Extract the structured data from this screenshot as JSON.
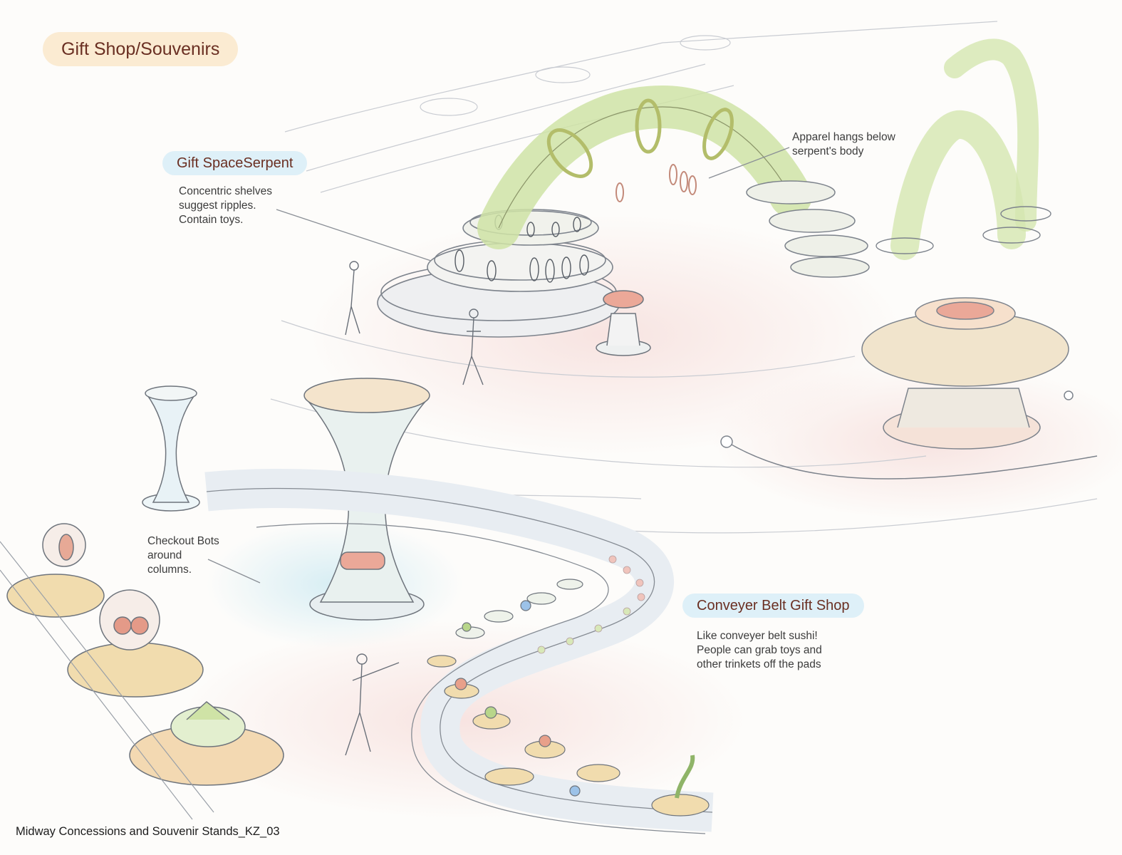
{
  "header": {
    "title": "Gift Shop/Souvenirs"
  },
  "sections": {
    "gift_space_serpent": {
      "title": "Gift SpaceSerpent",
      "lines": [
        "Concentric shelves",
        "suggest ripples.",
        "Contain toys."
      ]
    },
    "apparel": {
      "lines": [
        "Apparel hangs below",
        "serpent's body"
      ]
    },
    "checkout": {
      "lines": [
        "Checkout Bots",
        "around",
        "columns."
      ]
    },
    "conveyor_belt": {
      "title": "Conveyer Belt Gift Shop",
      "lines": [
        "Like conveyer belt sushi!",
        "People can grab toys and",
        "other trinkets off the pads"
      ]
    }
  },
  "footer": {
    "caption": "Midway Concessions and Souvenir Stands_KZ_03"
  },
  "colors": {
    "title_pill": "#fbebd2",
    "section_pill": "#def0f8",
    "heading_text": "#6a2f22",
    "pencil": "#8a8f96",
    "serpent_green": "#cfe3a6",
    "pad_tan": "#f1dcae"
  }
}
